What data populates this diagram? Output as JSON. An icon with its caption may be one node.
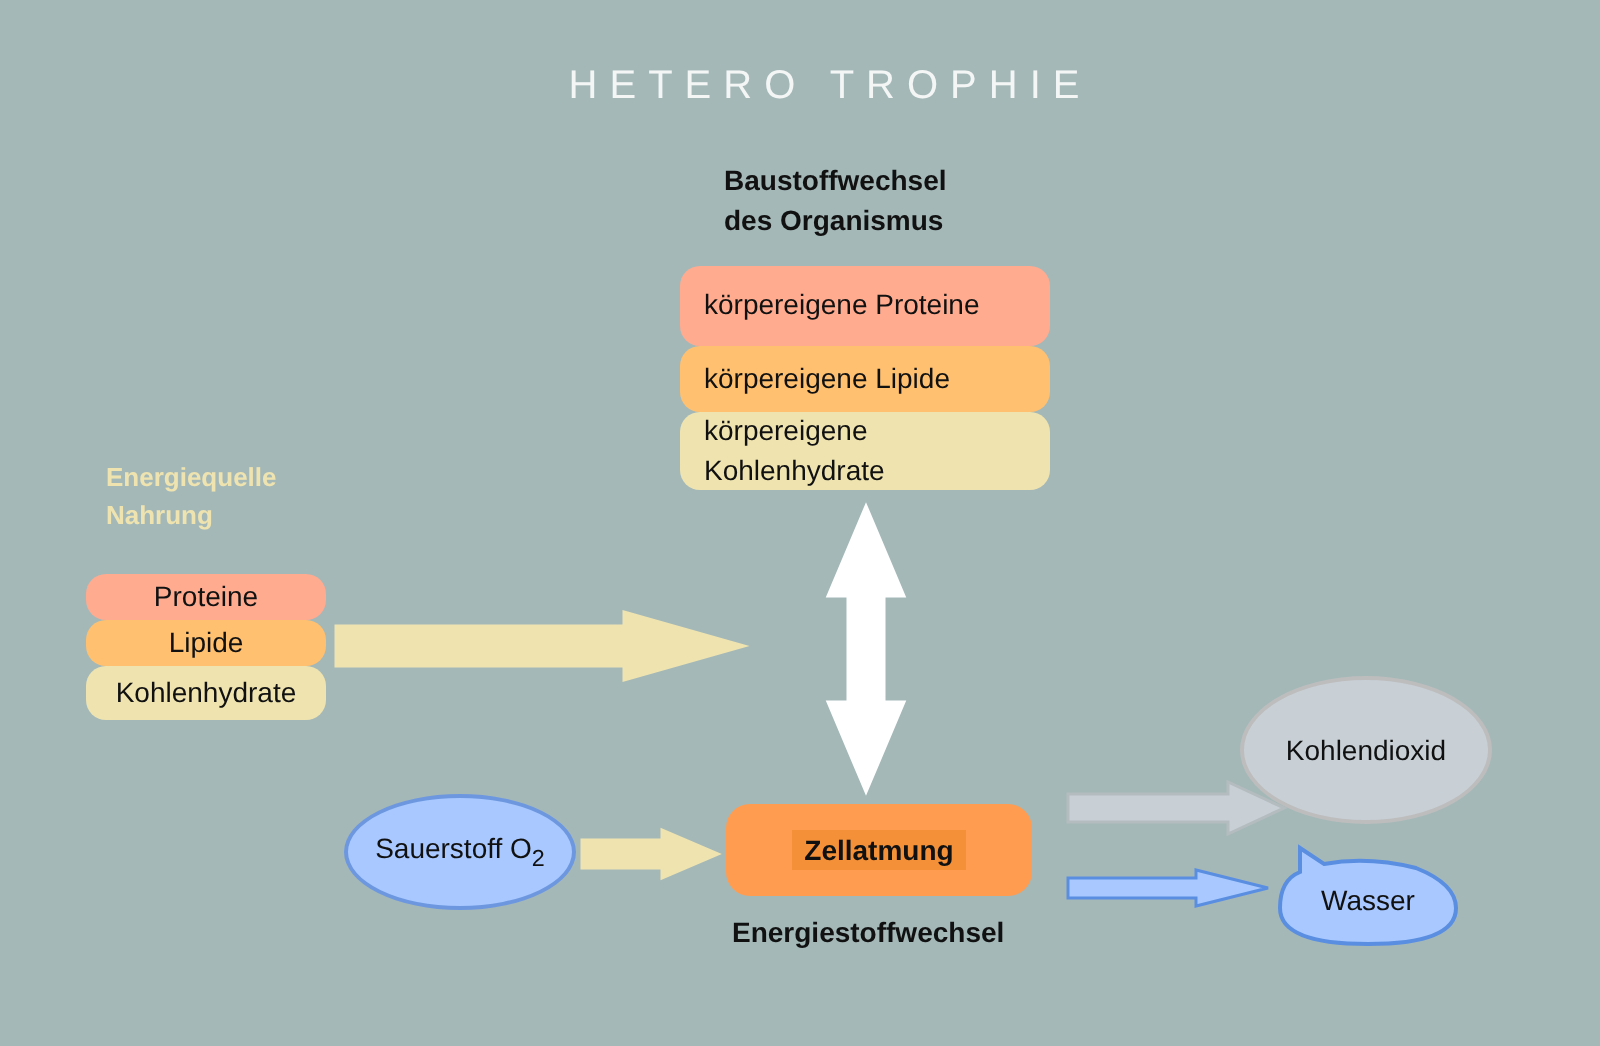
{
  "diagram": {
    "title": "HETERO TROPHIE",
    "nodes": [
      {
        "text": [
          "Baustoffwechsel des Organismus"
        ]
      },
      {
        "text": [
          "körpereigene Proteine"
        ],
        "in": 0
      },
      {
        "text": [
          "körpereigene Lipide"
        ],
        "in": 0
      },
      {
        "text": [
          "körpereigene Kohlenhydrate"
        ],
        "in": 0
      },
      {
        "text": [
          "Energiequelle Nahrung"
        ]
      },
      {
        "text": [
          "Proteine"
        ],
        "in": 4
      },
      {
        "text": [
          "Lipide"
        ],
        "in": 4
      },
      {
        "text": [
          "Kohlenhydrate"
        ],
        "in": 4
      },
      {
        "text": [
          "Sauerstoff O$_{2}$"
        ]
      },
      {
        "text": [
          "Zellatmung"
        ],
        "beside": [
          "Energiestoffwechsel"
        ]
      },
      {
        "text": [
          "Kohlendioxid"
        ]
      },
      {
        "text": [
          "Wasser"
        ]
      }
    ],
    "edges": [
      {
        "from": 4,
        "to": null,
        "arrow": "to"
      },
      {
        "from": 0,
        "to": 9,
        "arrow": "both",
        "color": "#ffffff"
      },
      {
        "from": 8,
        "to": 9,
        "arrow": "to"
      },
      {
        "from": 9,
        "to": 10,
        "arrow": "to",
        "color": "#c8d0d6"
      },
      {
        "from": 9,
        "to": 11,
        "arrow": "to",
        "color": "#a8c8ff"
      }
    ]
  }
}
